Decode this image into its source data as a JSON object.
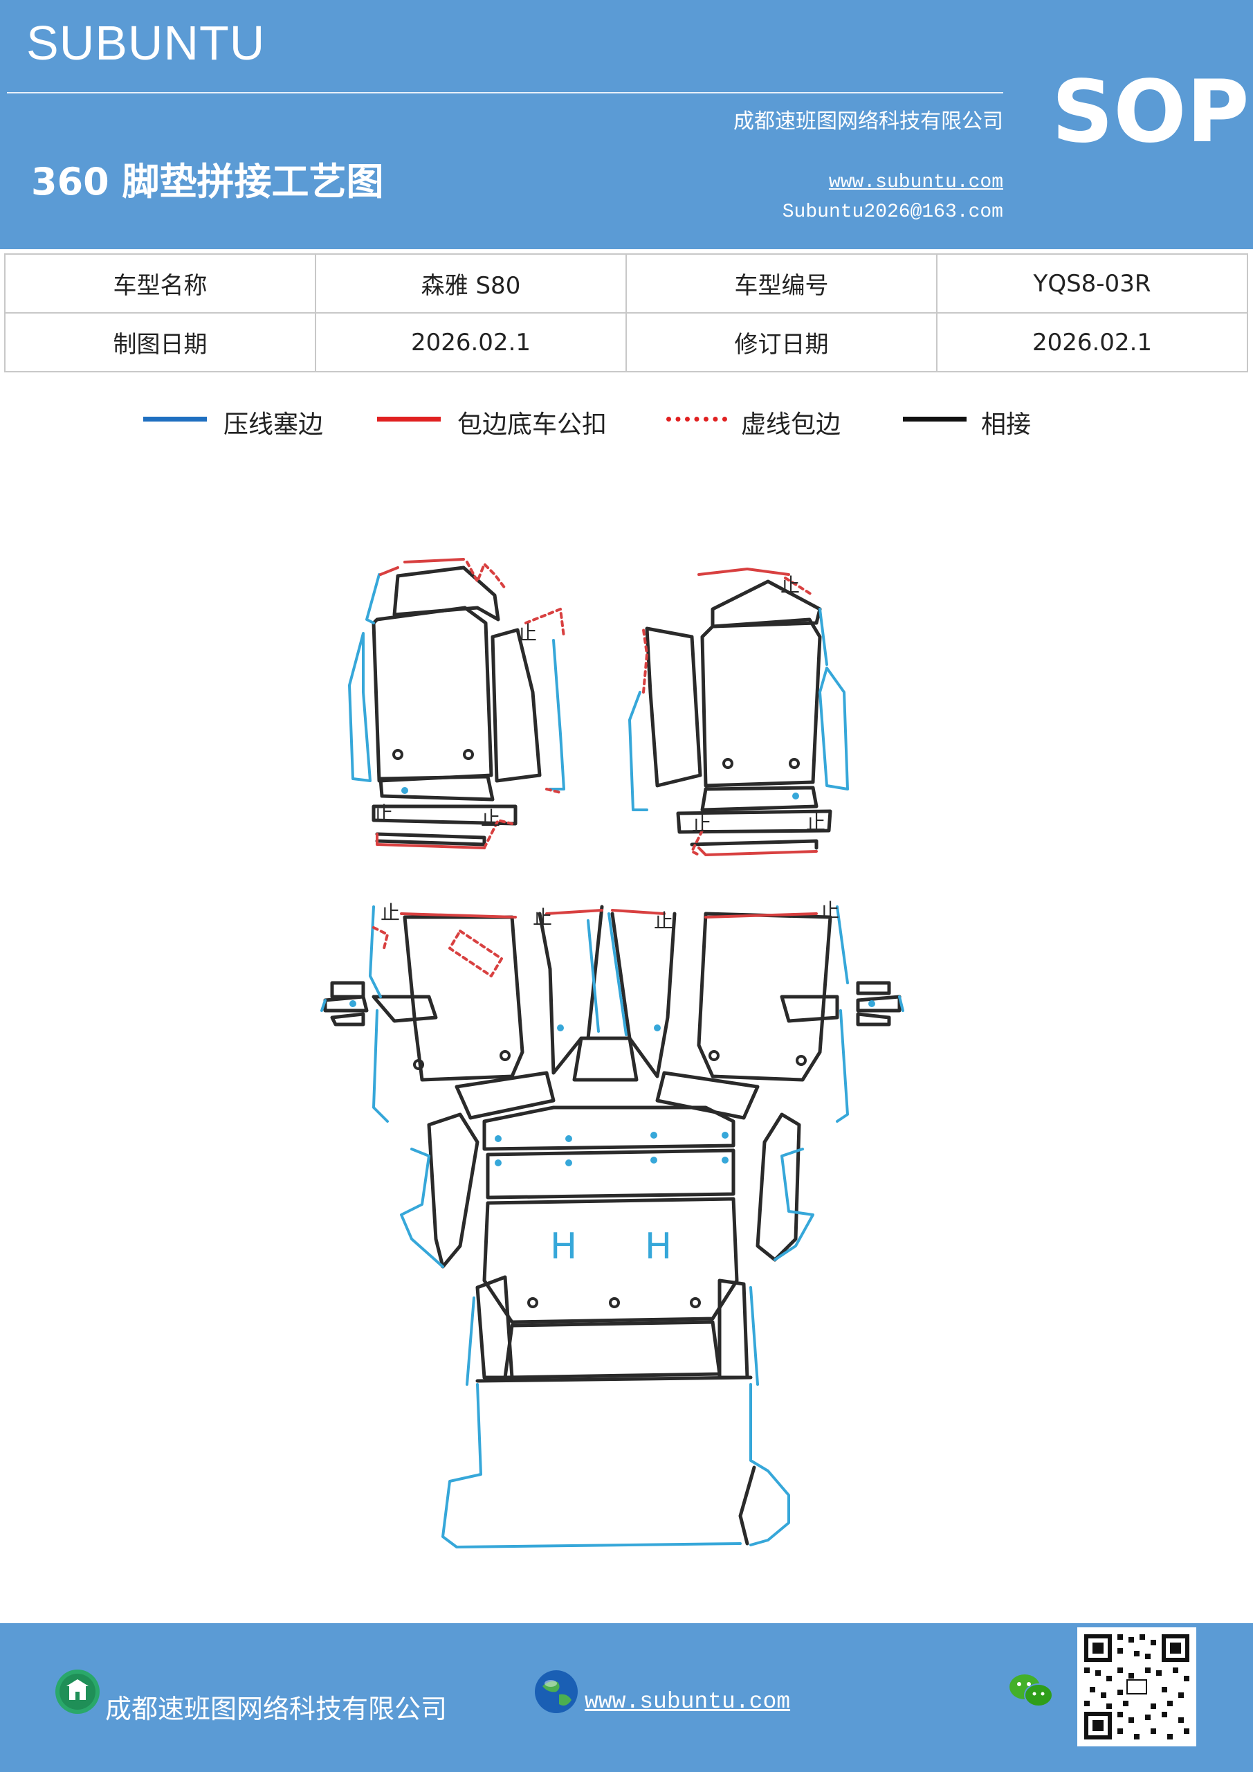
{
  "header": {
    "brand": "SUBUNTU",
    "sop": "SOP",
    "company": "成都速班图网络科技有限公司",
    "title": "360 脚垫拼接工艺图",
    "website": "www.subuntu.com",
    "email": "Subuntu2026@163.com"
  },
  "info": {
    "model_name_label": "车型名称",
    "model_name": "森雅 S80",
    "model_code_label": "车型编号",
    "model_code": "YQS8-03R",
    "draw_date_label": "制图日期",
    "draw_date": "2026.02.1",
    "revise_date_label": "修订日期",
    "revise_date": "2026.02.1"
  },
  "legend": [
    {
      "label": "压线塞边",
      "color": "#1f6fc0",
      "style": "solid"
    },
    {
      "label": "包边底车公扣",
      "color": "#e02020",
      "style": "solid"
    },
    {
      "label": "虚线包边",
      "color": "#e02020",
      "style": "dotted"
    },
    {
      "label": "相接",
      "color": "#111111",
      "style": "solid"
    }
  ],
  "diagram": {
    "up_marker": "止",
    "h_marker": "H"
  },
  "footer": {
    "company": "成都速班图网络科技有限公司",
    "website": "www.subuntu.com"
  },
  "colors": {
    "brand_blue": "#5b9bd5",
    "line_blue": "#36a7d9",
    "line_red": "#d84040",
    "line_black": "#2a2a2a"
  },
  "icons": [
    "building-icon",
    "globe-icon",
    "wechat-icon",
    "qr-code"
  ]
}
